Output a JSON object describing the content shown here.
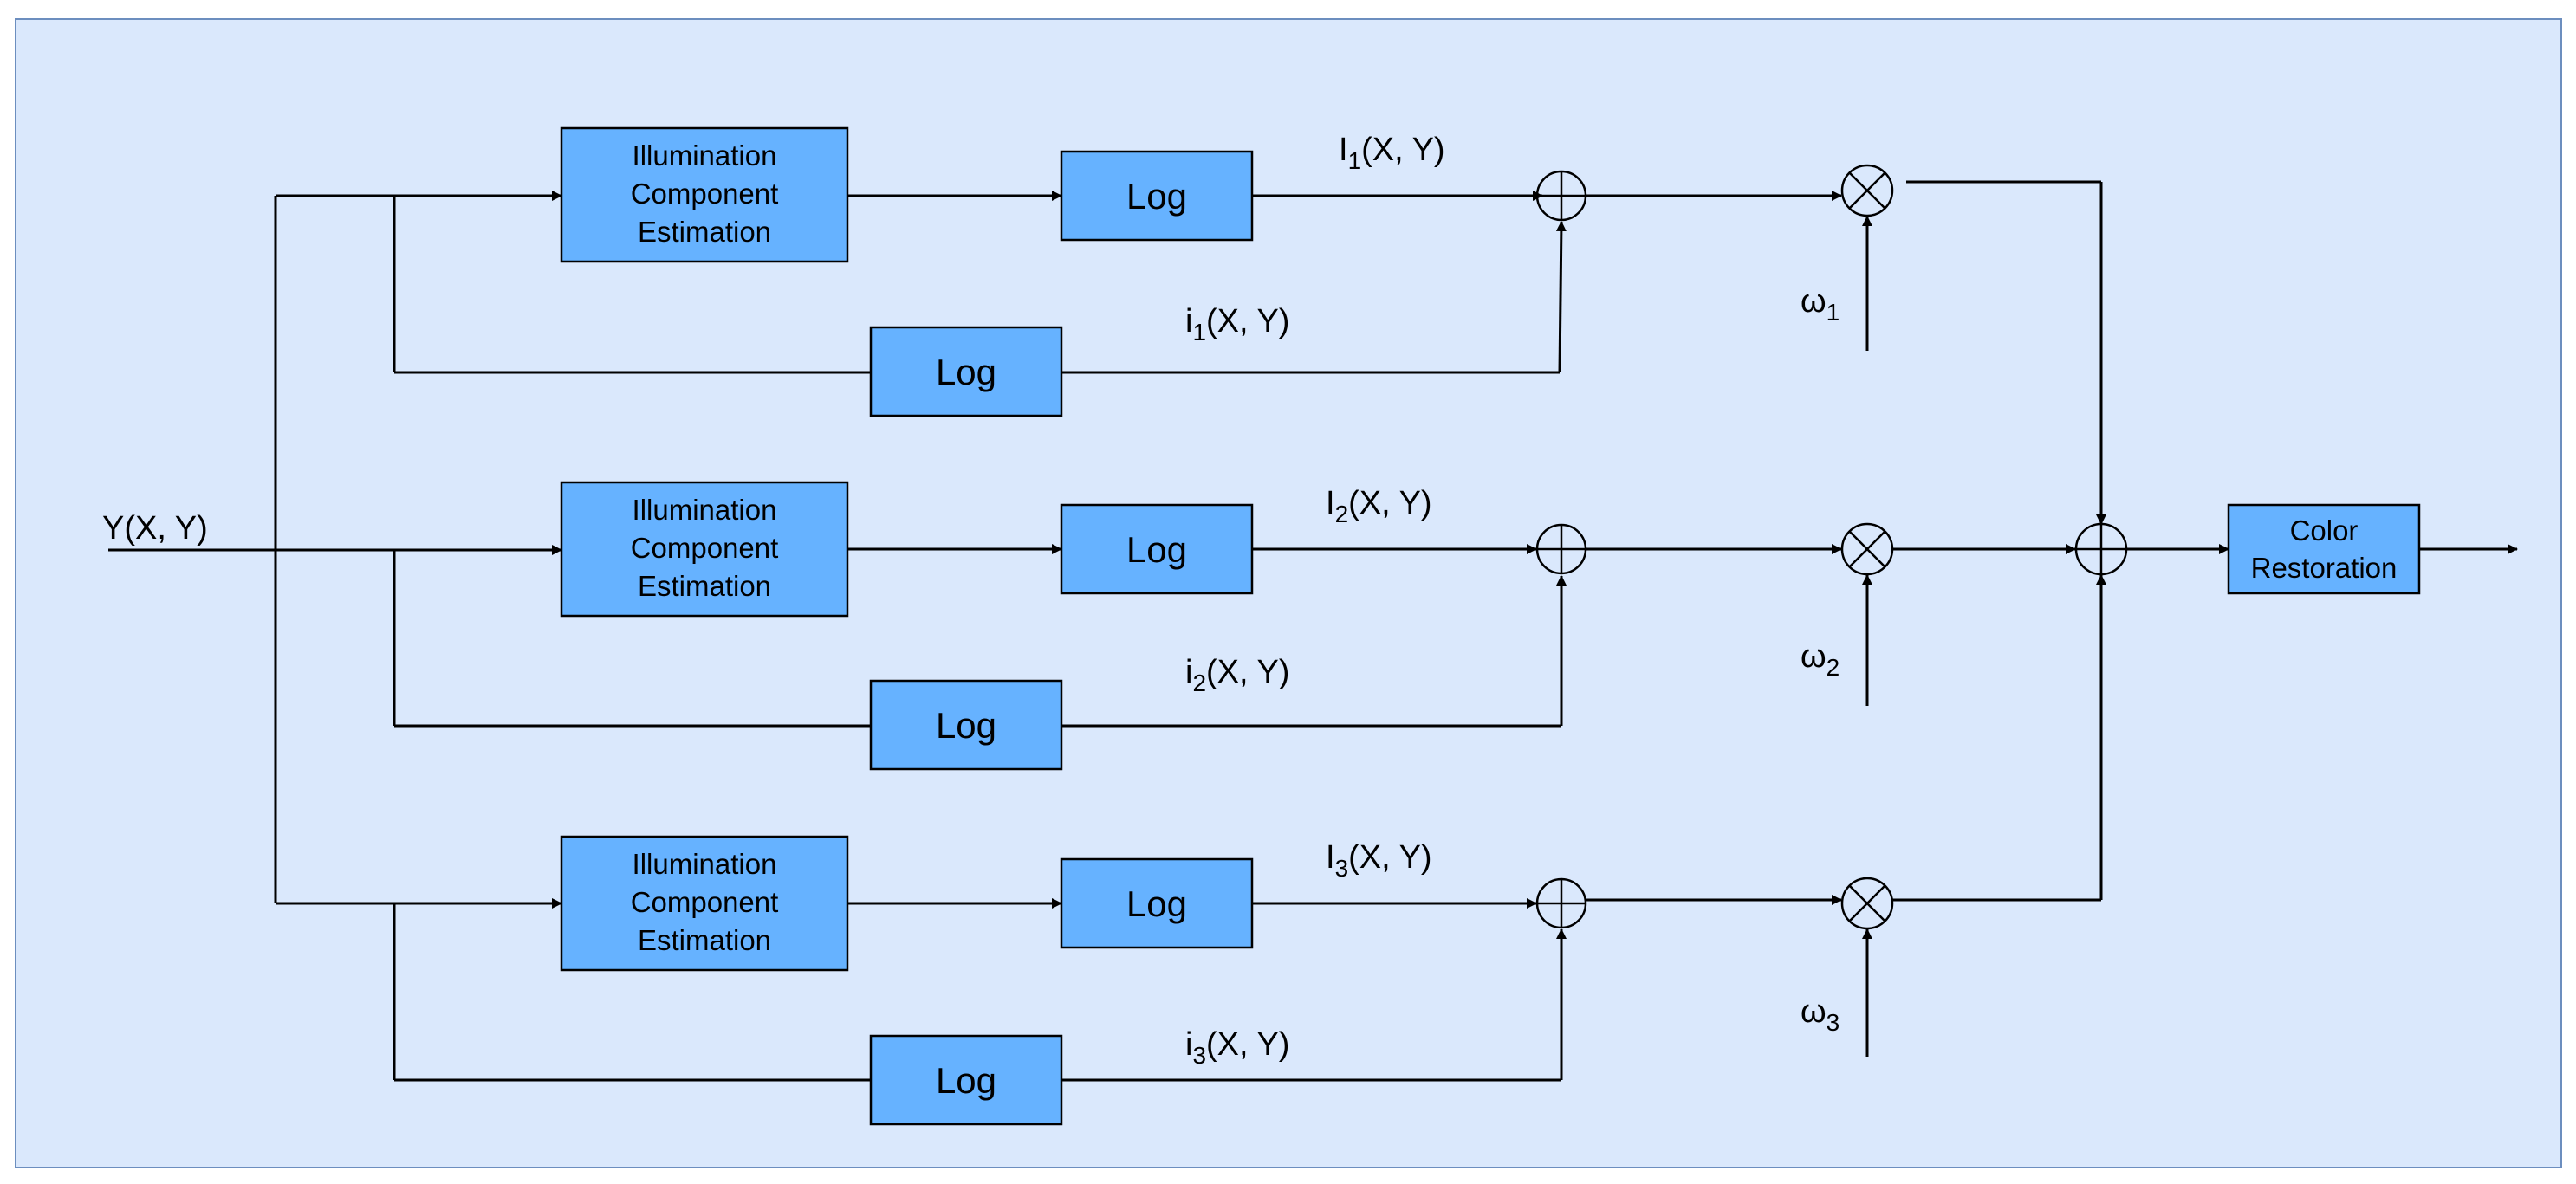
{
  "diagram": {
    "colors": {
      "background": "#dae8fc",
      "border": "#6c8ebf",
      "box_fill": "#66b2ff",
      "line": "#000000"
    },
    "input_label": "Y(X, Y)",
    "output_block": {
      "line1": "Color",
      "line2": "Restoration"
    },
    "branches": [
      {
        "illum": {
          "line1": "Illumination",
          "line2": "Component",
          "line3": "Estimation"
        },
        "log_top": "Log",
        "log_bottom": "Log",
        "top_signal": {
          "base": "I",
          "sub": "1",
          "rest": "(X, Y)"
        },
        "bottom_signal": {
          "base": "i",
          "sub": "1",
          "rest": "(X, Y)"
        },
        "weight": {
          "base": "ω",
          "sub": "1"
        }
      },
      {
        "illum": {
          "line1": "Illumination",
          "line2": "Component",
          "line3": "Estimation"
        },
        "log_top": "Log",
        "log_bottom": "Log",
        "top_signal": {
          "base": "I",
          "sub": "2",
          "rest": "(X, Y)"
        },
        "bottom_signal": {
          "base": "i",
          "sub": "2",
          "rest": "(X, Y)"
        },
        "weight": {
          "base": "ω",
          "sub": "2"
        }
      },
      {
        "illum": {
          "line1": "Illumination",
          "line2": "Component",
          "line3": "Estimation"
        },
        "log_top": "Log",
        "log_bottom": "Log",
        "top_signal": {
          "base": "I",
          "sub": "3",
          "rest": "(X, Y)"
        },
        "bottom_signal": {
          "base": "i",
          "sub": "3",
          "rest": "(X, Y)"
        },
        "weight": {
          "base": "ω",
          "sub": "3"
        }
      }
    ]
  }
}
